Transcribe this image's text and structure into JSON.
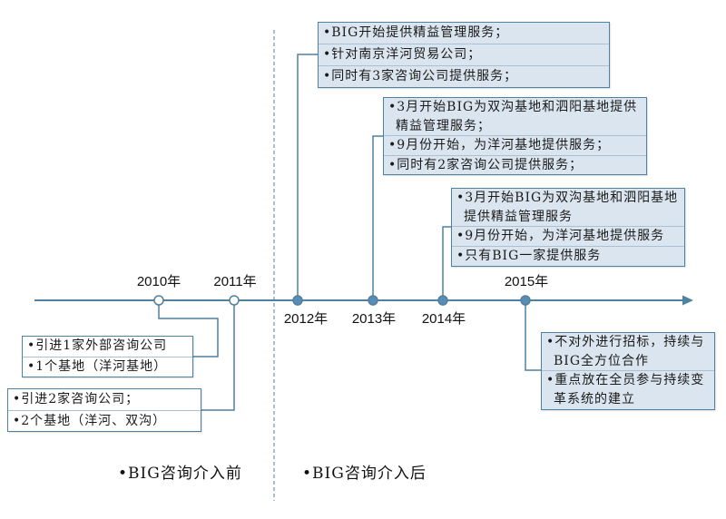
{
  "colors": {
    "line": "#4f81a0",
    "box_fill": "#dbe5ef",
    "marker": "#5b8db3",
    "text": "#1a1a1a"
  },
  "years": {
    "y2010": "2010年",
    "y2011": "2011年",
    "y2012": "2012年",
    "y2013": "2013年",
    "y2014": "2014年",
    "y2015": "2015年"
  },
  "phases": {
    "before": "•BIG咨询介入前",
    "after": "•BIG咨询介入后"
  },
  "events": {
    "y2010": [
      [
        "•引进1家外部咨询公司"
      ],
      [
        "•1个基地（洋河基地）"
      ]
    ],
    "y2011": [
      [
        "•引进2家咨询公司；"
      ],
      [
        "•2个基地（洋河、双沟）"
      ]
    ],
    "y2012": [
      [
        "•BIG开始提供精益管理服务；"
      ],
      [
        "•针对南京洋河贸易公司；"
      ],
      [
        "•同时有3家咨询公司提供服务；"
      ]
    ],
    "y2013": [
      [
        "•3月开始BIG为双沟基地和泗阳基地提供",
        "精益管理服务；"
      ],
      [
        "•9月份开始，为洋河基地提供服务；"
      ],
      [
        "•同时有2家咨询公司提供服务；"
      ]
    ],
    "y2014": [
      [
        "•3月开始BIG为双沟基地和泗阳基地",
        "提供精益管理服务"
      ],
      [
        "•9月份开始，为洋河基地提供服务"
      ],
      [
        "•只有BIG一家提供服务"
      ]
    ],
    "y2015": [
      [
        "•不对外进行招标，持续与",
        "BIG全方位合作"
      ],
      [
        "•重点放在全员参与持续变",
        "革系统的建立"
      ]
    ]
  }
}
